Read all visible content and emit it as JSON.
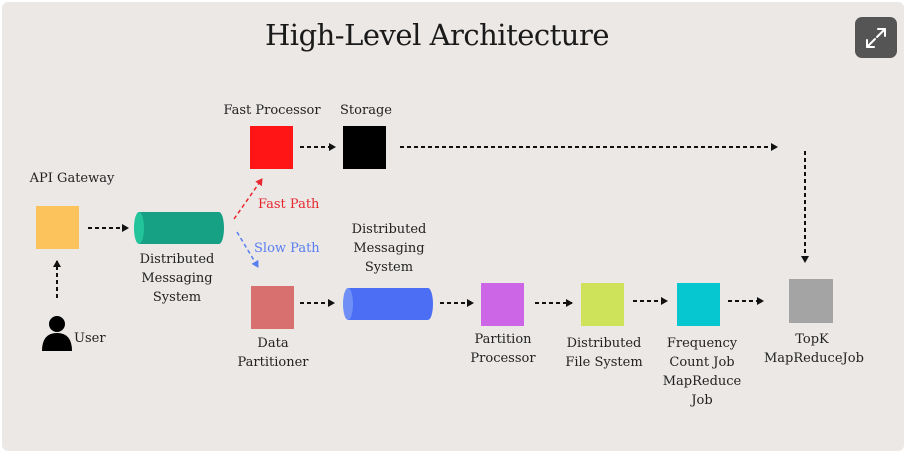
{
  "title": "High-Level Architecture",
  "icons": {
    "expand": "expand-icon",
    "user": "user-icon"
  },
  "colors": {
    "api_gateway": "#fcc35d",
    "messaging_green": "#16a184",
    "messaging_blue": "#4c6ef5",
    "fast_processor": "#ff1515",
    "storage": "#000000",
    "data_partitioner": "#d87070",
    "partition_processor": "#cc66e6",
    "distributed_file_system": "#cfe35a",
    "frequency_count_job": "#06c6cf",
    "topk": "#a4a4a4",
    "fast_path": "#e8262f",
    "slow_path": "#5a7ef0"
  },
  "labels": {
    "api_gateway": "API Gateway",
    "user": "User",
    "messaging_1": "Distributed\nMessaging\nSystem",
    "fast_path": "Fast Path",
    "slow_path": "Slow Path",
    "fast_processor": "Fast Processor",
    "storage": "Storage",
    "data_partitioner": "Data\nPartitioner",
    "messaging_2": "Distributed\nMessaging\nSystem",
    "partition_processor": "Partition\nProcessor",
    "distributed_file_system": "Distributed\nFile System",
    "frequency_count_job": "Frequency\nCount Job\nMapReduce\nJob",
    "topk": "TopK\nMapReduceJob"
  }
}
